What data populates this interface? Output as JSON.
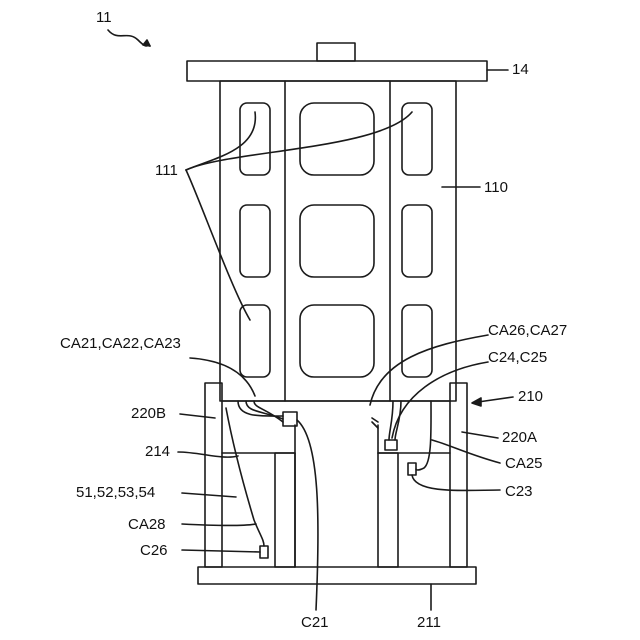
{
  "labels": {
    "fig": "11",
    "top_plate": "14",
    "body": "110",
    "windows": "111",
    "cables_left": "CA21,CA22,CA23",
    "cables_right": "CA26,CA27",
    "conn_right_top": "C24,C25",
    "frame": "210",
    "post_left": "220B",
    "post_right": "220A",
    "beam": "214",
    "cable_ca25": "CA25",
    "parts": "51,52,53,54",
    "conn_c23": "C23",
    "cable_ca28": "CA28",
    "conn_c26": "C26",
    "conn_c21": "C21",
    "base": "211"
  },
  "colors": {
    "line": "#1a1a1a",
    "background": "#ffffff"
  }
}
